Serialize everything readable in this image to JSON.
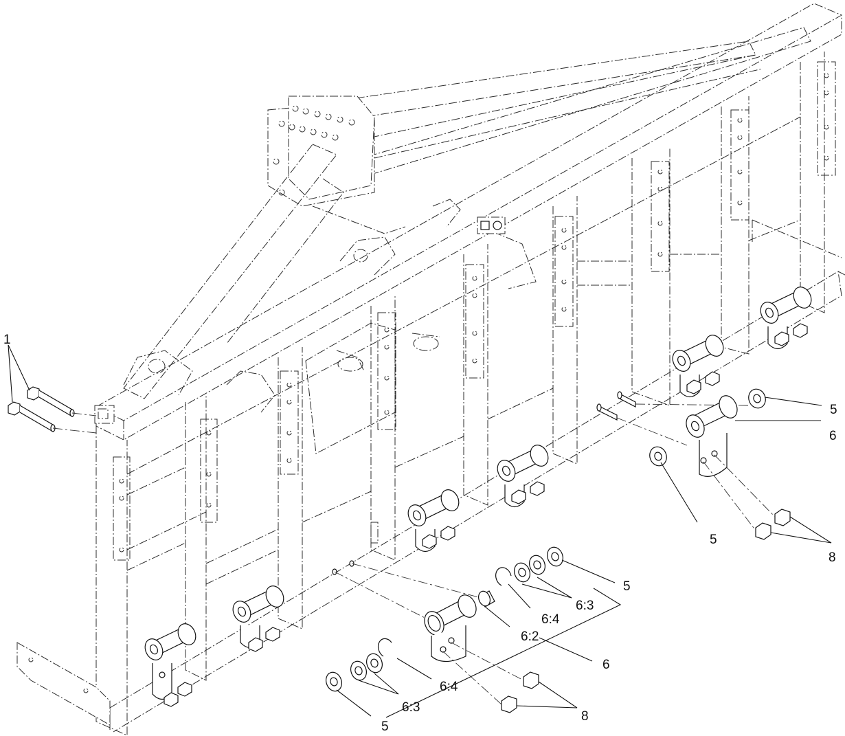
{
  "callouts": [
    {
      "id": "c1",
      "text": "1"
    },
    {
      "id": "c5a",
      "text": "5"
    },
    {
      "id": "c6a",
      "text": "6"
    },
    {
      "id": "c5b",
      "text": "5"
    },
    {
      "id": "c8a",
      "text": "8"
    },
    {
      "id": "c5c",
      "text": "5"
    },
    {
      "id": "c63a",
      "text": "6:3"
    },
    {
      "id": "c64a",
      "text": "6:4"
    },
    {
      "id": "c62",
      "text": "6:2"
    },
    {
      "id": "c6b",
      "text": "6"
    },
    {
      "id": "c64b",
      "text": "6:4"
    },
    {
      "id": "c63b",
      "text": "6:3"
    },
    {
      "id": "c5d",
      "text": "5"
    },
    {
      "id": "c8b",
      "text": "8"
    }
  ]
}
